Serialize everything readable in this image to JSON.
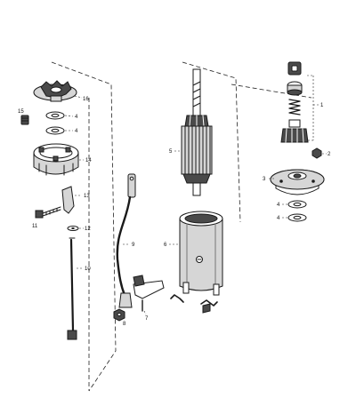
{
  "diagram": {
    "callouts": {
      "c1": "1",
      "c2": "2",
      "c3": "3",
      "c4a": "4",
      "c4b": "4",
      "c4c": "4",
      "c4d": "4",
      "c5": "5",
      "c6": "6",
      "c7": "7",
      "c8": "8",
      "c9": "9",
      "c10": "10",
      "c11": "11",
      "c12": "12",
      "c13": "13",
      "c14": "14",
      "c15": "15",
      "c16": "16"
    }
  }
}
